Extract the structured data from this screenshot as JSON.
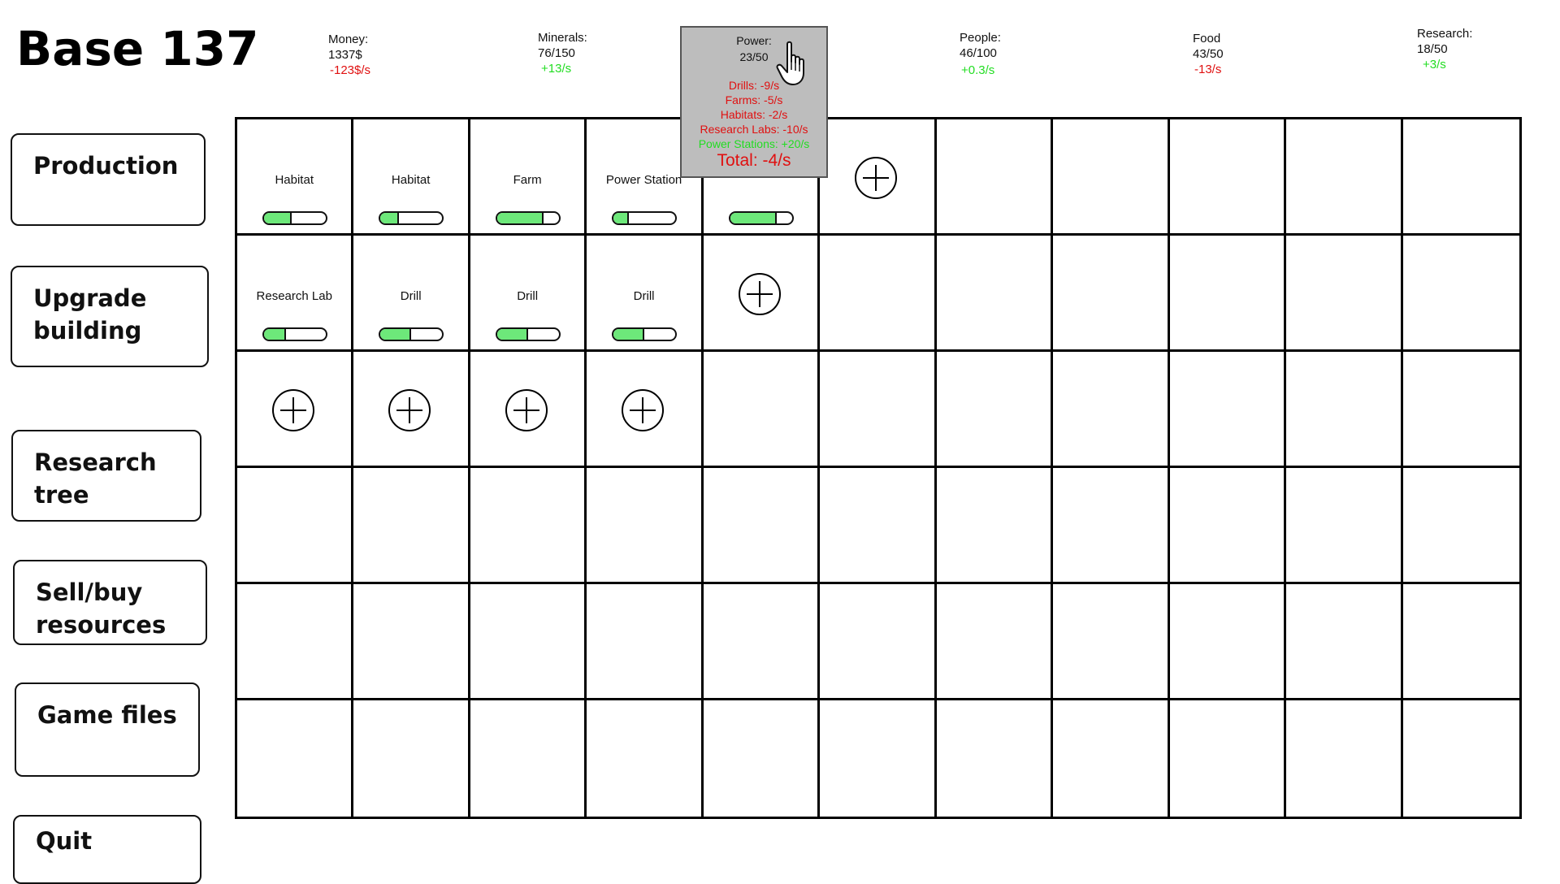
{
  "title": "Base 137",
  "menu": [
    {
      "label": "Production",
      "name": "production-button"
    },
    {
      "label": "Upgrade building",
      "name": "upgrade-building-button"
    },
    {
      "label": "Research tree",
      "name": "research-tree-button"
    },
    {
      "label": "Sell/buy resources",
      "name": "sell-buy-resources-button"
    },
    {
      "label": "Game files",
      "name": "game-files-button"
    },
    {
      "label": "Quit",
      "name": "quit-button"
    }
  ],
  "resources": [
    {
      "label": "Money:",
      "value": "1337$",
      "rate": "-123$/s",
      "sign": "neg",
      "name": "money"
    },
    {
      "label": "Minerals:",
      "value": "76/150",
      "rate": "+13/s",
      "sign": "pos",
      "name": "minerals"
    },
    {
      "label": "Power:",
      "value": "23/50",
      "rate": "",
      "sign": "",
      "name": "power"
    },
    {
      "label": "People:",
      "value": "46/100",
      "rate": "+0.3/s",
      "sign": "pos",
      "name": "people"
    },
    {
      "label": "Food",
      "value": "43/50",
      "rate": "-13/s",
      "sign": "neg",
      "name": "food"
    },
    {
      "label": "Research:",
      "value": "18/50",
      "rate": "+3/s",
      "sign": "pos",
      "name": "research"
    }
  ],
  "tooltip": {
    "title": "Power:",
    "value": "23/50",
    "lines": [
      {
        "text": "Drills: -9/s",
        "sign": "neg"
      },
      {
        "text": "Farms: -5/s",
        "sign": "neg"
      },
      {
        "text": "Habitats: -2/s",
        "sign": "neg"
      },
      {
        "text": "Research Labs: -10/s",
        "sign": "neg"
      },
      {
        "text": "Power Stations: +20/s",
        "sign": "pos"
      }
    ],
    "total": "Total: -4/s"
  },
  "grid": {
    "columns": 11,
    "rows": 6,
    "buildings": [
      {
        "row": 0,
        "col": 0,
        "name": "Habitat",
        "progress": 0.45
      },
      {
        "row": 0,
        "col": 1,
        "name": "Habitat",
        "progress": 0.3
      },
      {
        "row": 0,
        "col": 2,
        "name": "Farm",
        "progress": 0.75
      },
      {
        "row": 0,
        "col": 3,
        "name": "Power Station",
        "progress": 0.25
      },
      {
        "row": 0,
        "col": 4,
        "name": "",
        "progress": 0.75
      },
      {
        "row": 1,
        "col": 0,
        "name": "Research Lab",
        "progress": 0.35
      },
      {
        "row": 1,
        "col": 1,
        "name": "Drill",
        "progress": 0.5
      },
      {
        "row": 1,
        "col": 2,
        "name": "Drill",
        "progress": 0.5
      },
      {
        "row": 1,
        "col": 3,
        "name": "Drill",
        "progress": 0.5
      }
    ],
    "add_slots": [
      {
        "row": 0,
        "col": 5
      },
      {
        "row": 1,
        "col": 4
      },
      {
        "row": 2,
        "col": 0
      },
      {
        "row": 2,
        "col": 1
      },
      {
        "row": 2,
        "col": 2
      },
      {
        "row": 2,
        "col": 3
      }
    ]
  }
}
